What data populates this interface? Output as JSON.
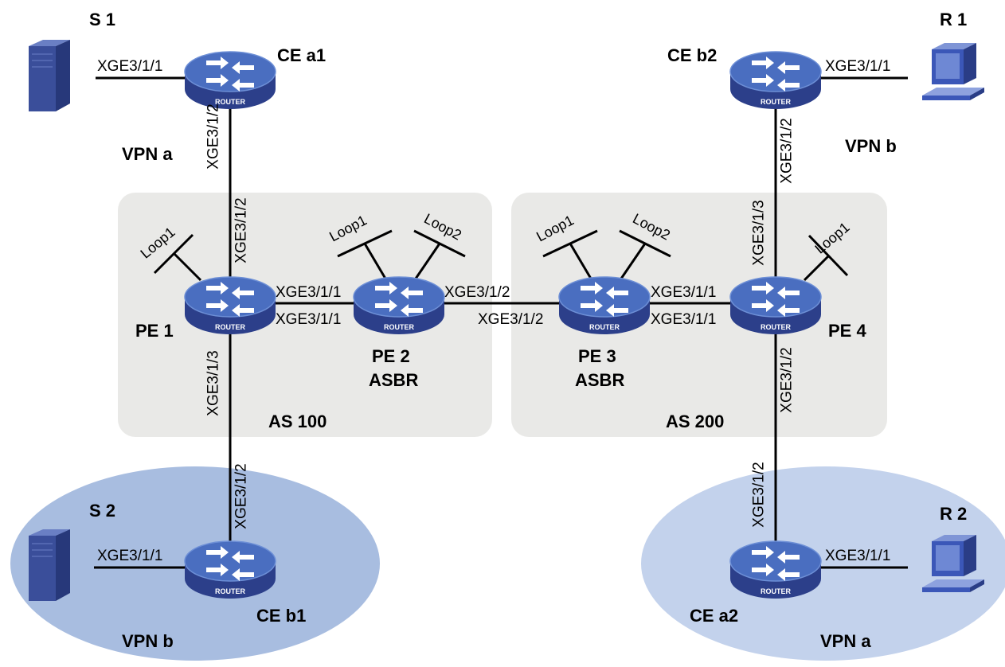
{
  "colors": {
    "as_area": "#e9e9e7",
    "vpn_b_ellipse": "#a8bde0",
    "vpn_a_ellipse": "#c3d2ec",
    "router_top": "#4a6ec0",
    "router_side": "#2c3f8a",
    "link": "#000000",
    "server": "#3a4e9a",
    "monitor": "#3b57b8"
  },
  "areas": {
    "as100": "AS 100",
    "as200": "AS 200"
  },
  "routers": {
    "ce_a1": {
      "name": "CE a1",
      "badge": "ROUTER"
    },
    "ce_b2": {
      "name": "CE b2",
      "badge": "ROUTER"
    },
    "pe1": {
      "name": "PE 1",
      "badge": "ROUTER"
    },
    "pe2": {
      "name": "PE 2",
      "role": "ASBR",
      "badge": "ROUTER"
    },
    "pe3": {
      "name": "PE 3",
      "role": "ASBR",
      "badge": "ROUTER"
    },
    "pe4": {
      "name": "PE 4",
      "badge": "ROUTER"
    },
    "ce_b1": {
      "name": "CE b1",
      "badge": "ROUTER"
    },
    "ce_a2": {
      "name": "CE a2",
      "badge": "ROUTER"
    }
  },
  "hosts": {
    "s1": "S 1",
    "s2": "S 2",
    "r1": "R 1",
    "r2": "R 2"
  },
  "vpns": {
    "vpn_a_top": "VPN a",
    "vpn_b_top": "VPN b",
    "vpn_b_bottom": "VPN b",
    "vpn_a_bottom": "VPN a"
  },
  "loopbacks": {
    "pe1_loop1": "Loop1",
    "pe2_loop1": "Loop1",
    "pe2_loop2": "Loop2",
    "pe3_loop1": "Loop1",
    "pe3_loop2": "Loop2",
    "pe4_loop1": "Loop1"
  },
  "ports": {
    "s1_cea1": "XGE3/1/1",
    "cea1_down": "XGE3/1/2",
    "pe1_up": "XGE3/1/2",
    "pe1_pe2_a": "XGE3/1/1",
    "pe1_pe2_b": "XGE3/1/1",
    "pe2_pe3": "XGE3/1/2",
    "pe3_pe2": "XGE3/1/2",
    "pe3_pe4_a": "XGE3/1/1",
    "pe3_pe4_b": "XGE3/1/1",
    "pe1_down": "XGE3/1/3",
    "ceb1_up": "XGE3/1/2",
    "s2_ceb1": "XGE3/1/1",
    "ceb2_r1": "XGE3/1/1",
    "ceb2_down": "XGE3/1/2",
    "pe4_up": "XGE3/1/3",
    "pe4_down": "XGE3/1/2",
    "cea2_up": "XGE3/1/2",
    "cea2_r2": "XGE3/1/1"
  }
}
